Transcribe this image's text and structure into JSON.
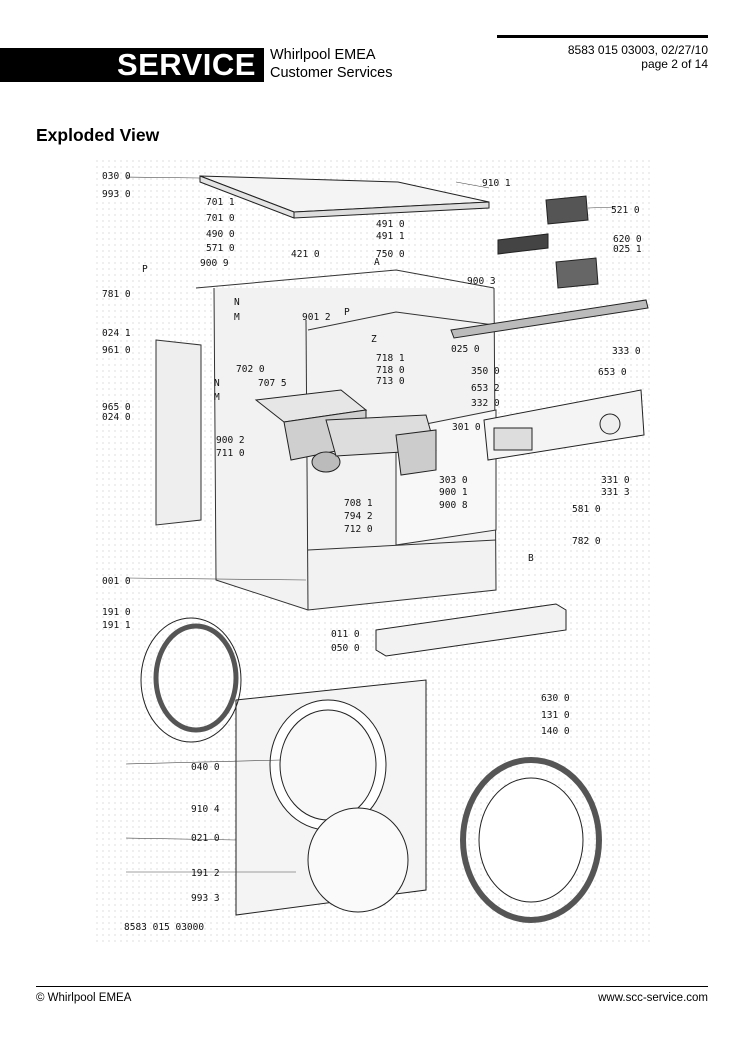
{
  "header": {
    "band_text": "SERVICE",
    "company_line1": "Whirlpool EMEA",
    "company_line2": "Customer Services",
    "doc_ref": "8583 015 03003, 02/27/10",
    "page_info": "page 2 of 14"
  },
  "section_title": "Exploded View",
  "diagram": {
    "drawing_number": "8583 015 03000",
    "part_labels": [
      "030 0",
      "993 0",
      "701 1",
      "701 0",
      "490 0",
      "571 0",
      "900 9",
      "781 0",
      "024 1",
      "961 0",
      "965 0",
      "024 0",
      "702 0",
      "707 5",
      "900 2",
      "711 0",
      "421 0",
      "491 0",
      "491 1",
      "750 0",
      "901 2",
      "718 1",
      "718 0",
      "713 0",
      "708 1",
      "794 2",
      "712 0",
      "910 1",
      "521 0",
      "620 0",
      "025 1",
      "900 3",
      "025 0",
      "333 0",
      "350 0",
      "653 0",
      "653 2",
      "332 0",
      "301 0",
      "303 0",
      "900 1",
      "900 8",
      "331 0",
      "331 3",
      "581 0",
      "782 0",
      "001 0",
      "191 0",
      "191 1",
      "011 0",
      "050 0",
      "630 0",
      "131 0",
      "140 0",
      "040 0",
      "910 4",
      "021 0",
      "191 2",
      "993 3"
    ],
    "letter_labels": [
      "P",
      "N",
      "M",
      "N",
      "M",
      "A",
      "P",
      "Z",
      "B"
    ]
  },
  "footer": {
    "left": "© Whirlpool EMEA",
    "right": "www.scc-service.com"
  }
}
